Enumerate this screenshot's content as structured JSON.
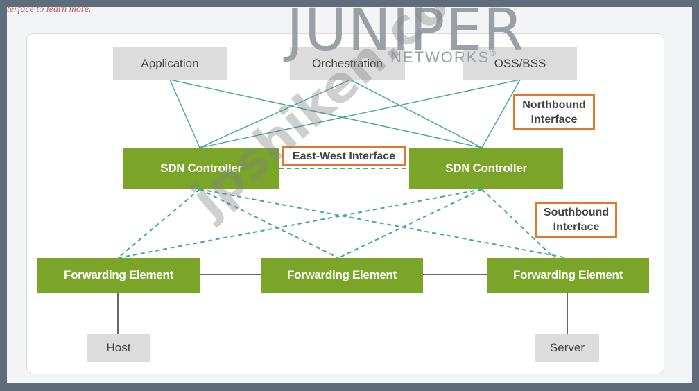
{
  "caption_fragment": "terface to learn more.",
  "logo": {
    "word": "JUNIPER",
    "sub": "NETWORKS",
    "mark": "®"
  },
  "nodes": {
    "application": "Application",
    "orchestration": "Orchestration",
    "oss_bss": "OSS/BSS",
    "sdn_left": "SDN Controller",
    "sdn_right": "SDN Controller",
    "fe_left": "Forwarding Element",
    "fe_middle": "Forwarding Element",
    "fe_right": "Forwarding Element",
    "host": "Host",
    "server": "Server"
  },
  "callouts": {
    "northbound": "Northbound\nInterface",
    "east_west": "East-West Interface",
    "southbound": "Southbound\nInterface"
  },
  "watermark": "jpshiken.com",
  "colors": {
    "frame": "#5e6c7b",
    "node_gray": "#dcdcdc",
    "node_green": "#7aa528",
    "connector_dashed": "#3fa6a0",
    "callout_border": "#e0782e"
  }
}
